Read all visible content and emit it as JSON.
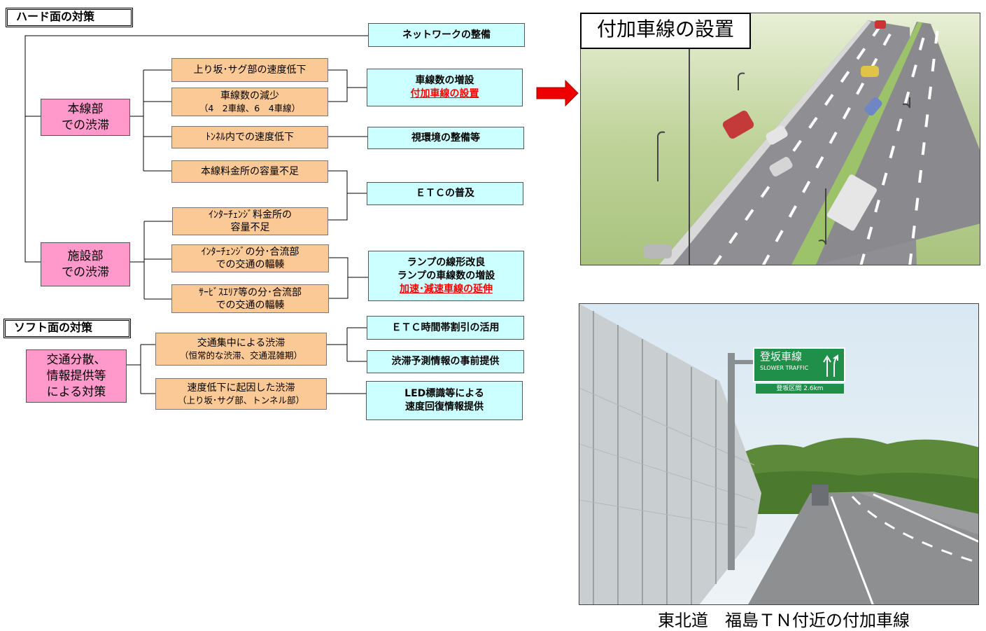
{
  "hard_header": "ハード面の対策",
  "soft_header": "ソフト面の対策",
  "causes": {
    "mainline": [
      "本線部",
      "での渋滞"
    ],
    "facility": [
      "施設部",
      "での渋滞"
    ],
    "soft": [
      "交通分散、",
      "情報提供等",
      "による対策"
    ]
  },
  "factors": {
    "slope": "上り坂･サグ部の速度低下",
    "lane_reduction": [
      "車線数の減少",
      "（4　2車線、6　4車線）"
    ],
    "tunnel": "ﾄﾝﾈﾙ内での速度低下",
    "toll_main": "本線料金所の容量不足",
    "ic_toll": [
      "ｲﾝﾀｰﾁｪﾝｼﾞ料金所の",
      "容量不足"
    ],
    "ic_merge": [
      "ｲﾝﾀｰﾁｪﾝｼﾞの分･合流部",
      "での交通の輻輳"
    ],
    "sa_merge": [
      "ｻｰﾋﾞｽｴﾘｱ等の分･合流部",
      "での交通の輻輳"
    ],
    "concentration": [
      "交通集中による渋滞",
      "（恒常的な渋滞、交通混雑期）"
    ],
    "speed_drop": [
      "速度低下に起因した渋滞",
      "（上り坂･サグ部、トンネル部）"
    ]
  },
  "measures": {
    "network": "ネットワークの整備",
    "lanes": [
      "車線数の増設",
      "付加車線の設置"
    ],
    "visual": "視環境の整備等",
    "etc": "ＥＴＣの普及",
    "ramp": [
      "ランプの線形改良",
      "ランプの車線数の増設",
      "加速･減速車線の延伸"
    ],
    "etc_time": "ＥＴＣ時間帯割引の活用",
    "forecast": "渋滞予測情報の事前提供",
    "led": [
      "LED標識等による",
      "速度回復情報提供"
    ]
  },
  "illustration_title": "付加車線の設置",
  "photo_sign": {
    "main": "登坂車線",
    "sub": "SLOWER TRAFFIC",
    "distance": "登坂区間 2.6km"
  },
  "photo_caption": "東北道　福島ＴＮ付近の付加車線",
  "colors": {
    "cause_fill": "#ff99cc",
    "factor_fill": "#fbc996",
    "measure_fill": "#ccffff",
    "highlight_text": "#ff0000",
    "arrow": "#ee0000"
  }
}
